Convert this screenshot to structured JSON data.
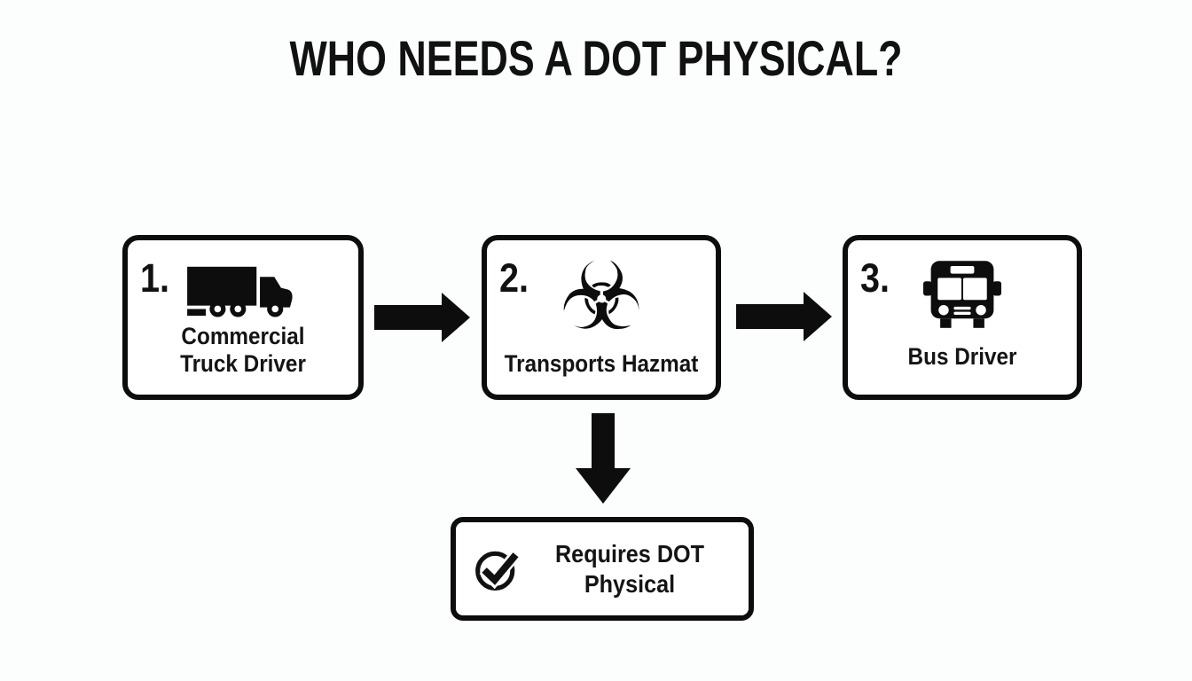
{
  "title": "WHO NEEDS A DOT PHYSICAL?",
  "colors": {
    "background": "#fcfdfd",
    "ink": "#111111",
    "box_border": "#0d0d0d",
    "box_background": "#ffffff"
  },
  "flow": {
    "boxes": [
      {
        "number": "1.",
        "icon": "truck-icon",
        "label_lines": [
          "Commercial",
          "Truck Driver"
        ]
      },
      {
        "number": "2.",
        "icon": "biohazard-icon",
        "label_lines": [
          "Transports Hazmat"
        ]
      },
      {
        "number": "3.",
        "icon": "bus-icon",
        "label_lines": [
          "Bus Driver"
        ]
      }
    ],
    "connectors": [
      "arrow-right",
      "arrow-right",
      "arrow-down"
    ],
    "result": {
      "icon": "check-circle-icon",
      "label_lines": [
        "Requires DOT",
        "Physical"
      ]
    }
  },
  "glyphs": {
    "biohazard": "☣"
  }
}
